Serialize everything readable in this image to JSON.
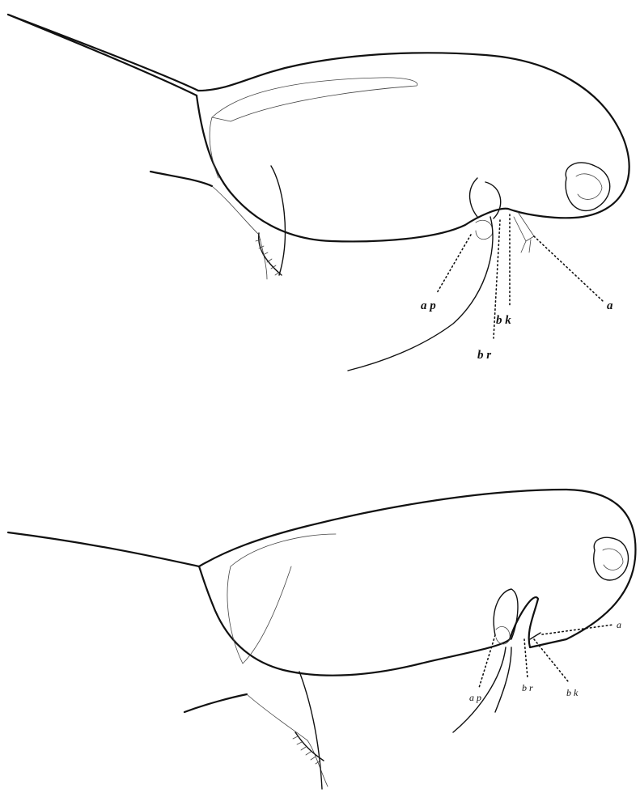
{
  "figures": [
    {
      "labels": {
        "ap": "a p",
        "br": "b r",
        "bk": "b k",
        "a": "a"
      }
    },
    {
      "labels": {
        "ap": "a p",
        "br": "b r",
        "bk": "b k",
        "a": "a"
      }
    }
  ]
}
